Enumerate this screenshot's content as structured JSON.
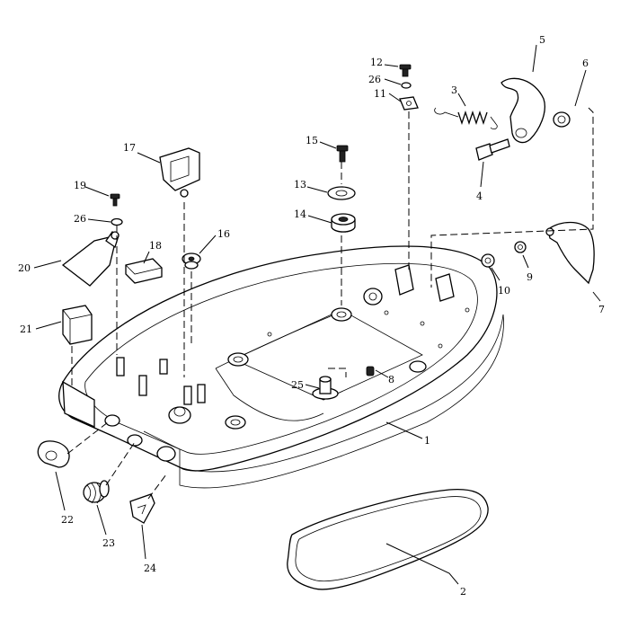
{
  "callouts": {
    "p1": "1",
    "p2": "2",
    "p3": "3",
    "p4": "4",
    "p5": "5",
    "p6": "6",
    "p7": "7",
    "p8": "8",
    "p9": "9",
    "p10": "10",
    "p11": "11",
    "p12": "12",
    "p13": "13",
    "p14": "14",
    "p15": "15",
    "p16": "16",
    "p17": "17",
    "p18": "18",
    "p19": "19",
    "p20": "20",
    "p21": "21",
    "p22": "22",
    "p23": "23",
    "p24": "24",
    "p25": "25",
    "p26a": "26",
    "p26b": "26"
  }
}
